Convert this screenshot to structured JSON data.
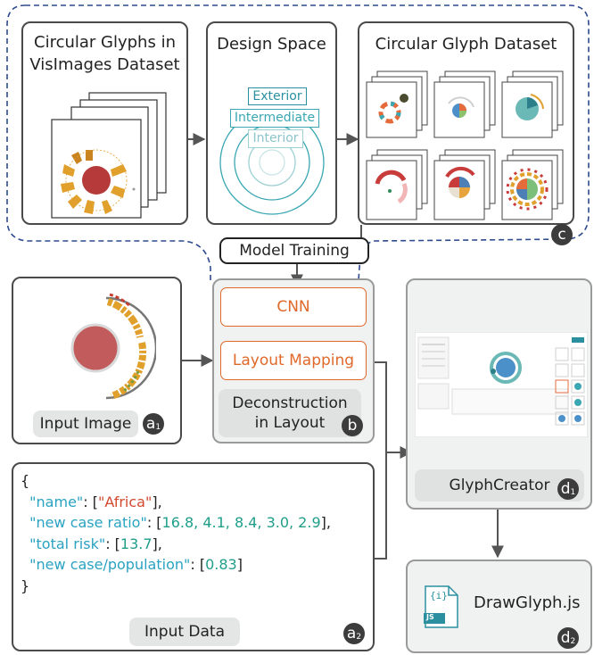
{
  "top": {
    "panel1_title_line1": "Circular Glyphs in",
    "panel1_title_line2": "VisImages Dataset",
    "panel2_title": "Design Space",
    "panel3_title": "Circular Glyph Dataset",
    "layers": {
      "exterior": "Exterior",
      "intermediate": "Intermediate",
      "interior": "Interior"
    },
    "badge": "c"
  },
  "model_training": "Model Training",
  "input_image": {
    "label": "Input Image",
    "badge": "a",
    "badge_sub": "1"
  },
  "deconstruction": {
    "cnn": "CNN",
    "layout_mapping": "Layout Mapping",
    "label_line1": "Deconstruction",
    "label_line2": "in Layout",
    "badge": "b"
  },
  "glyphcreator": {
    "label": "GlyphCreator",
    "badge": "d",
    "badge_sub": "1"
  },
  "drawglyph": {
    "label": "DrawGlyph.js",
    "file_icon_text": "JS",
    "file_icon_braces": "{i}",
    "badge": "d",
    "badge_sub": "2"
  },
  "input_data": {
    "open": "{",
    "close": "}",
    "rows": [
      {
        "key": "\"name\"",
        "sep": ": [",
        "value": "\"Africa\"",
        "end": "],"
      },
      {
        "key": "\"new case ratio\"",
        "sep": ": [",
        "value": "16.8, 4.1, 8.4, 3.0, 2.9",
        "end": "],"
      },
      {
        "key": "\"total risk\"",
        "sep": ": [",
        "value": "13.7",
        "end": "],"
      },
      {
        "key": "\"new case/population\"",
        "sep": ": [",
        "value": "0.83",
        "end": "]"
      }
    ],
    "label": "Input Data",
    "badge": "a",
    "badge_sub": "2"
  },
  "colors": {
    "orange": "#e0692a",
    "teal": "#3aa7b3",
    "dark": "#3c3c3c",
    "dashed": "#2d4a8c",
    "key": "#2aa2c2",
    "string": "#d2492f",
    "number": "#1f9e8a"
  }
}
